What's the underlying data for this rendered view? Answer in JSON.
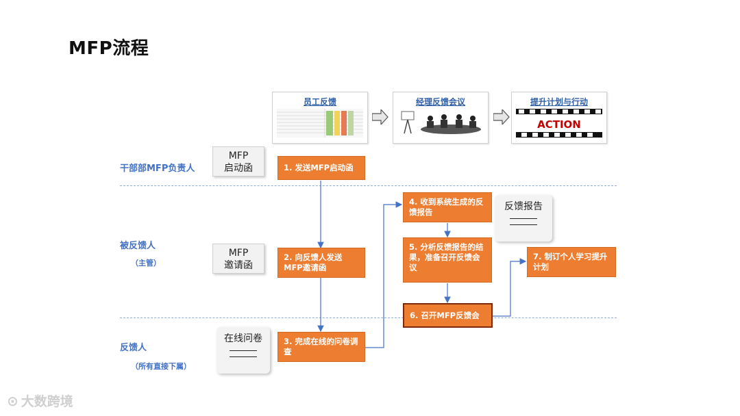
{
  "title": "MFP流程",
  "stages": [
    {
      "label": "员工反馈"
    },
    {
      "label": "经理反馈会议"
    },
    {
      "label": "提升计划与行动",
      "art_text": "ACTION"
    }
  ],
  "lanes": [
    {
      "label": "干部部MFP负责人",
      "sub": ""
    },
    {
      "label": "被反馈人",
      "sub": "（主管）"
    },
    {
      "label": "反馈人",
      "sub": "（所有直接下属）"
    }
  ],
  "docs": {
    "launch": [
      "MFP",
      "启动函"
    ],
    "invite": [
      "MFP",
      "邀请函"
    ],
    "survey": "在线问卷",
    "report": "反馈报告"
  },
  "steps": [
    "1. 发送MFP启动函",
    "2. 向反馈人发送MFP邀请函",
    "3. 完成在线的问卷调查",
    "4. 收到系统生成的反馈报告",
    "5. 分析反馈报告的结果，准备召开反馈会议",
    "6. 召开MFP反馈会",
    "7. 制订个人学习提升计划"
  ],
  "watermark": "大数跨境",
  "colors": {
    "accent": "#ed7d31",
    "lane": "#4472c4",
    "connector": "#4472c4"
  }
}
